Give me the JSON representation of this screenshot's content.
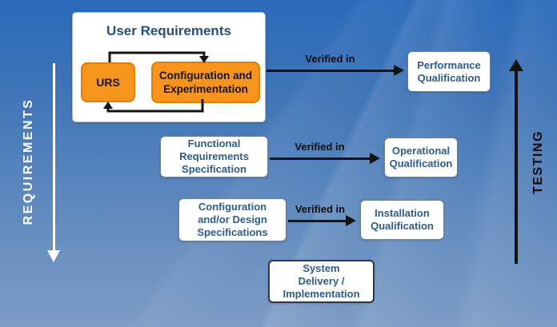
{
  "rails": {
    "requirements_label": "REQUIREMENTS",
    "testing_label": "TESTING"
  },
  "user_requirements_group": {
    "title": "User Requirements",
    "urs": "URS",
    "configuration": "Configuration and\nExperimentation"
  },
  "flows": [
    {
      "verified_label": "Verified in",
      "target": "Performance\nQualification"
    },
    {
      "source": "Functional\nRequirements\nSpecification",
      "verified_label": "Verified in",
      "target": "Operational\nQualification"
    },
    {
      "source": "Configuration\nand/or Design\nSpecifications",
      "verified_label": "Verified in",
      "target": "Installation\nQualification"
    }
  ],
  "delivery_box": "System\nDelivery /\nImplementation",
  "colors": {
    "orange": "#F7941E",
    "orange_border": "#E07F00",
    "box_text": "#2E5C8C",
    "title_text": "#25507E",
    "arrow": "#121212",
    "rail_white": "#FFFFFF",
    "bg_top": "#2B6ABA",
    "bg_bottom": "#7D9CC6"
  }
}
